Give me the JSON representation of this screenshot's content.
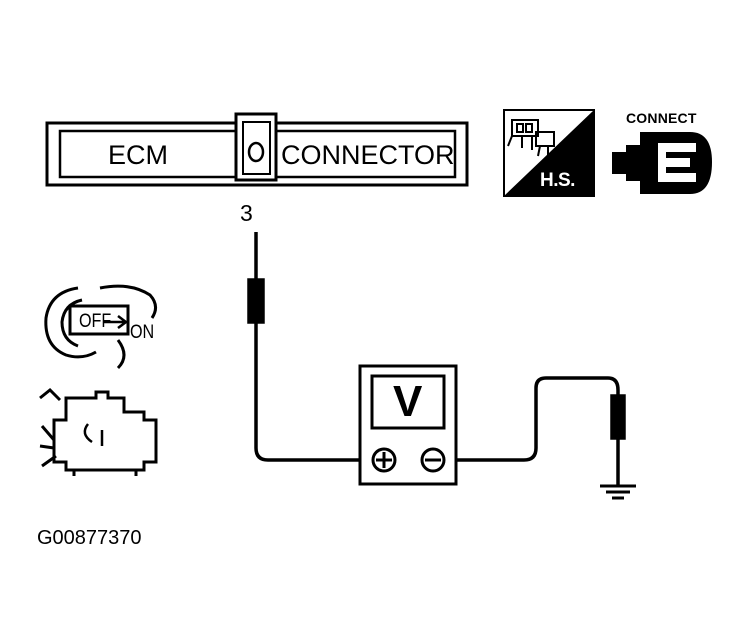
{
  "connector_box": {
    "left_label": "ECM",
    "right_label": "CONNECTOR"
  },
  "pin": {
    "number": "3"
  },
  "harness_state": {
    "connect_label": "CONNECT",
    "hs_label": "H.S."
  },
  "ignition": {
    "off_label": "OFF",
    "on_label": "ON"
  },
  "voltmeter": {
    "display_symbol": "V"
  },
  "figure": {
    "id": "G00877370"
  },
  "colors": {
    "ink": "#000000",
    "paper": "#ffffff"
  },
  "icons": [
    "harness-connector-icon",
    "connect-connector-icon",
    "ignition-key-icon",
    "engine-icon",
    "voltmeter-icon",
    "ground-icon",
    "test-probe-icon"
  ]
}
